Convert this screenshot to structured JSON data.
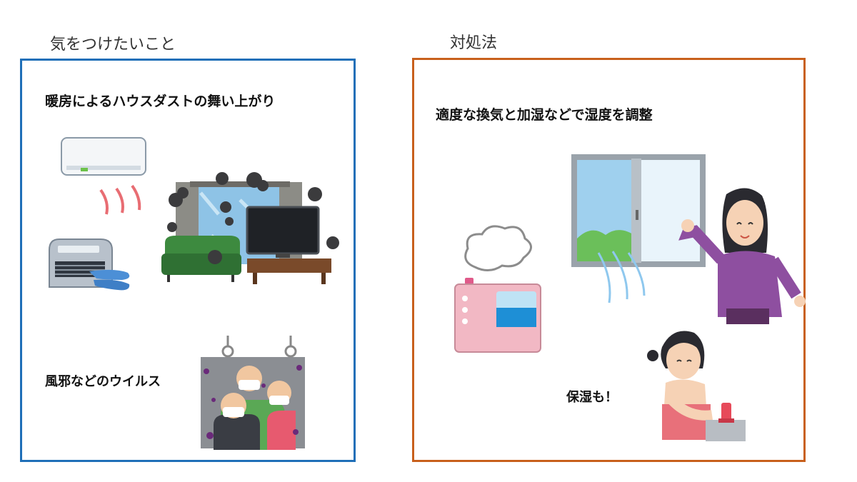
{
  "left_section": {
    "title": "気をつけたいこと",
    "heading": "暖房によるハウスダストの舞い上がり",
    "virus_label": "風邪などのウイルス"
  },
  "right_section": {
    "title": "対処法",
    "heading": "適度な換気と加湿などで湿度を調整",
    "moisturize_label": "保湿も！"
  },
  "colors": {
    "left_border": "#1f6fb8",
    "right_border": "#c8601c"
  },
  "illustrations": [
    "air-conditioner-icon",
    "fan-heater-icon",
    "dusty-living-room-icon",
    "crowded-train-virus-icon",
    "humidifier-icon",
    "open-window-icon",
    "woman-ventilating-icon",
    "woman-applying-lotion-icon"
  ]
}
